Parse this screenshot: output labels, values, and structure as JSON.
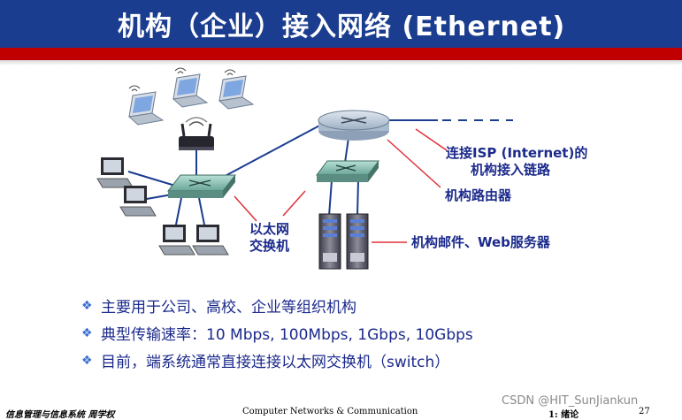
{
  "slide": {
    "title": "机构（企业）接入网络 (Ethernet)"
  },
  "labels": {
    "isp_line1": "连接ISP (Internet)的",
    "isp_line2": "机构接入链路",
    "router": "机构路由器",
    "switch_line1": "以太网",
    "switch_line2": "交换机",
    "servers": "机构邮件、Web服务器"
  },
  "bullets": [
    "主要用于公司、高校、企业等组织机构",
    "典型传输速率：10 Mbps, 100Mbps, 1Gbps, 10Gbps",
    "目前，端系统通常直接连接以太网交换机（switch）"
  ],
  "footer": {
    "left": "信息管理与信息系统  周学权",
    "center": "Computer  Networks & Communication",
    "section": "1: 绪论",
    "page": "27"
  },
  "watermark": "CSDN @HIT_SunJiankun",
  "colors": {
    "title_bar": "#1b3d8f",
    "accent_red": "#c00000",
    "label_text": "#1b2a8c",
    "link_line": "#1b3d8f",
    "callout_line": "#e0303a"
  }
}
